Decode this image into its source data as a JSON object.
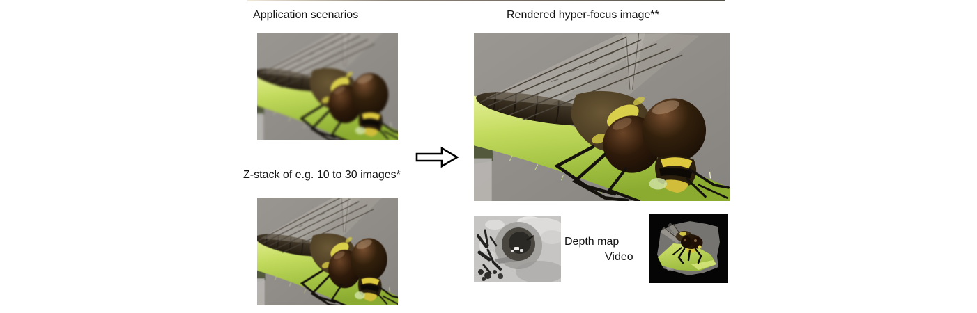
{
  "figure": {
    "labels": {
      "application_scenarios": "Application scenarios",
      "z_stack": "Z-stack of e.g. 10 to 30 images*",
      "rendered_hyper_focus": "Rendered hyper-focus image**",
      "depth_map": "Depth map",
      "video": "Video"
    },
    "colors": {
      "canvas_background": "#ffffff",
      "label_text": "#111111",
      "photo_background_gray": "#908d89",
      "stem_green": "#b9d455",
      "stem_highlight": "#e6f096",
      "dragonfly_body_brown": "#2a1e0e",
      "eye_dark_brown": "#120a04",
      "marking_yellow": "#d9cf4b",
      "arrow_fill": "#ffffff",
      "arrow_outline": "#000000",
      "video_frame_black": "#050505",
      "depth_map_gray": "#c6c5c3"
    }
  }
}
